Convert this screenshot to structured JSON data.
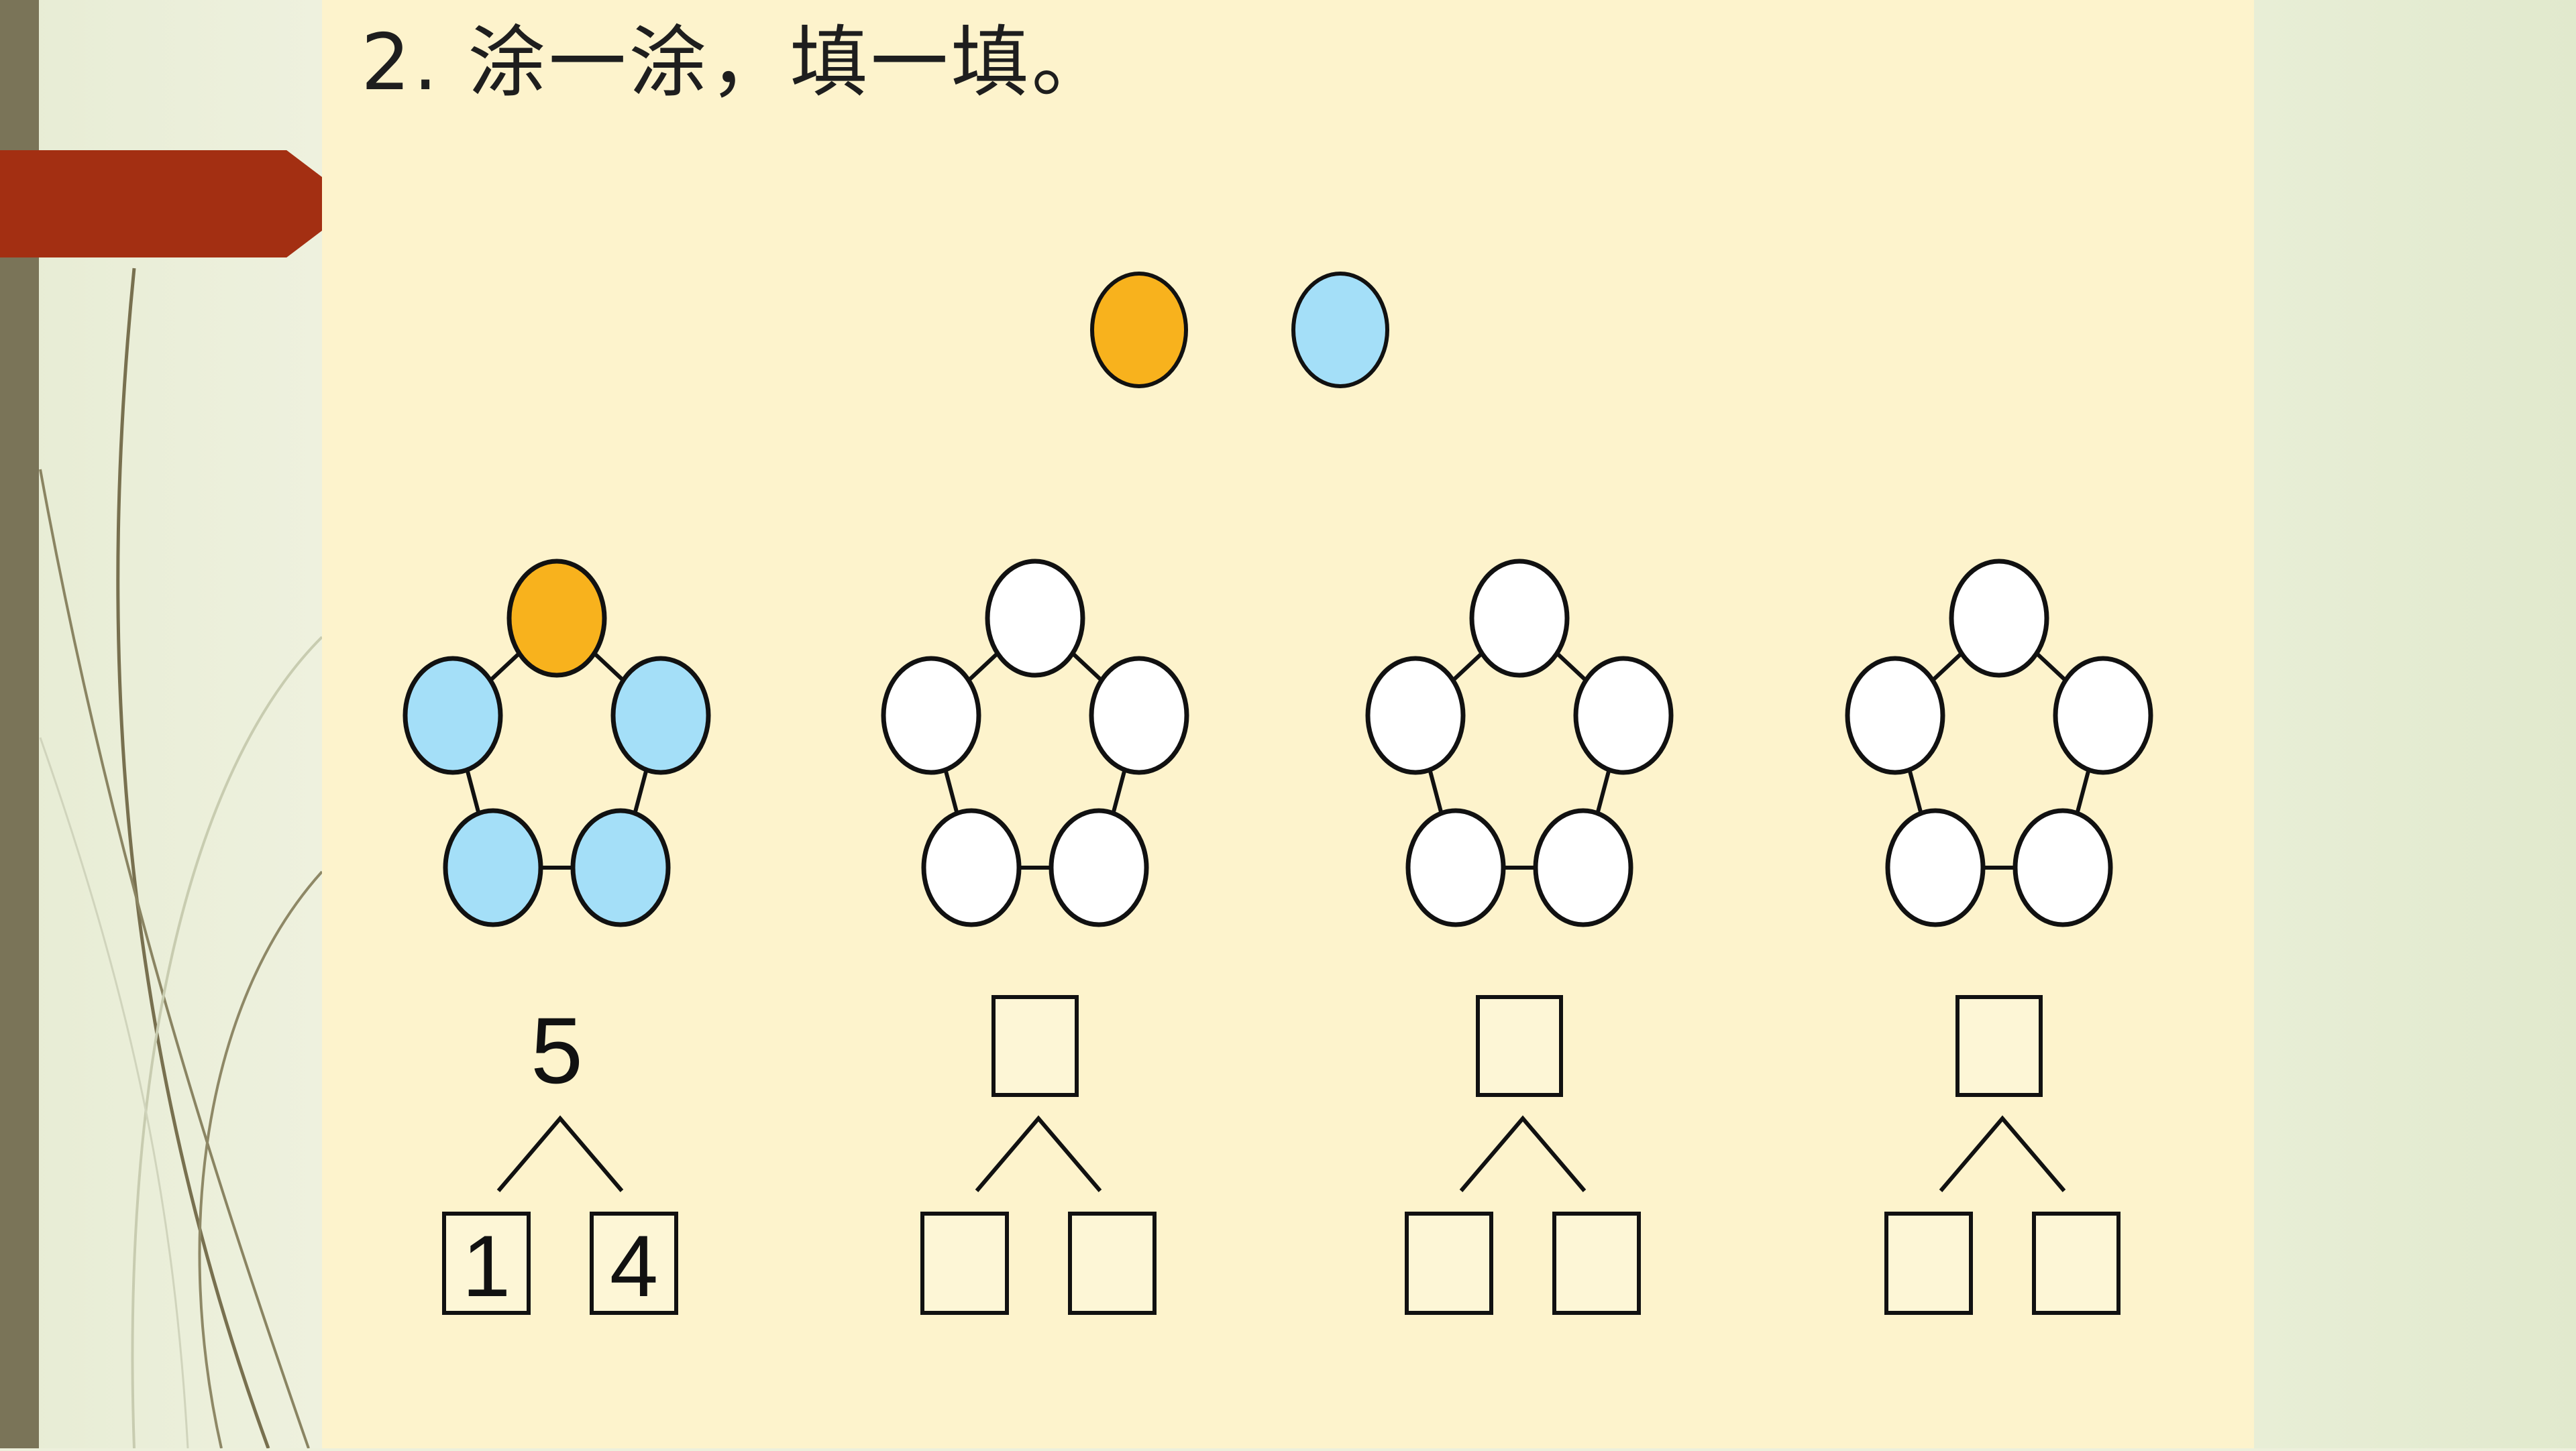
{
  "title": "2. 涂一涂，填一填。",
  "colors": {
    "orange": "#f8b21d",
    "blue": "#a4dff8",
    "white": "#ffffff",
    "stroke": "#111111",
    "box_fill": "#fdf6d6"
  },
  "legend": [
    "orange",
    "blue"
  ],
  "groups": [
    {
      "beads": [
        "orange",
        "blue",
        "blue",
        "blue",
        "blue"
      ],
      "total": "5",
      "left": "1",
      "right": "4"
    },
    {
      "beads": [
        "white",
        "white",
        "white",
        "white",
        "white"
      ],
      "total": "",
      "left": "",
      "right": ""
    },
    {
      "beads": [
        "white",
        "white",
        "white",
        "white",
        "white"
      ],
      "total": "",
      "left": "",
      "right": ""
    },
    {
      "beads": [
        "white",
        "white",
        "white",
        "white",
        "white"
      ],
      "total": "",
      "left": "",
      "right": ""
    }
  ]
}
